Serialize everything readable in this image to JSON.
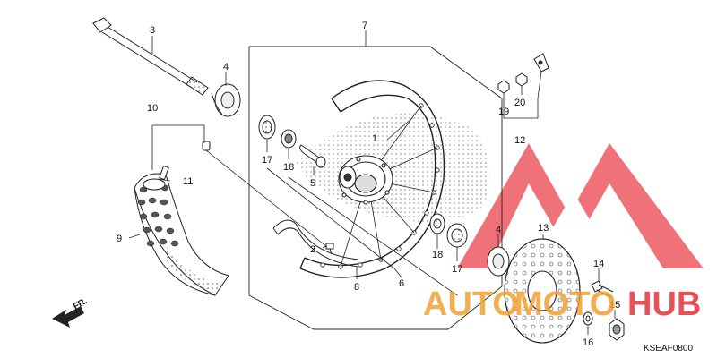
{
  "callouts": {
    "c1": "1",
    "c2": "2",
    "c3": "3",
    "c4a": "4",
    "c4b": "4",
    "c5": "5",
    "c6": "6",
    "c7": "7",
    "c8": "8",
    "c9": "9",
    "c10": "10",
    "c11": "11",
    "c12": "12",
    "c13": "13",
    "c14": "14",
    "c15": "15",
    "c16": "16",
    "c17a": "17",
    "c17b": "17",
    "c18a": "18",
    "c18b": "18",
    "c19": "19",
    "c20": "20"
  },
  "direction_label": "FR.",
  "diagram_code": "KSEAF0800",
  "watermark": {
    "part1": "AUTO",
    "part2": "MOTO",
    "part3": "HUB"
  },
  "colors": {
    "watermark_red": "#e0343a",
    "watermark_orange": "#f2a035",
    "line": "#222222"
  }
}
